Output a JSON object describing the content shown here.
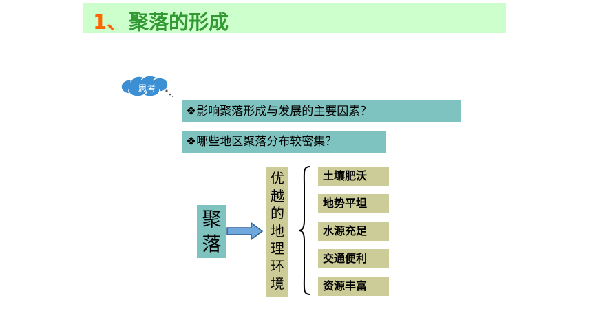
{
  "title": {
    "number": "1、",
    "text": "聚落的形成"
  },
  "think_bubble": {
    "label": "思考"
  },
  "questions": [
    "❖影响聚落形成与发展的主要因素？",
    "❖哪些地区聚落分布较密集？"
  ],
  "diagram": {
    "source_chars": [
      "聚",
      "落"
    ],
    "environment_chars": [
      "优",
      "越",
      "的",
      "地",
      "理",
      "环",
      "境"
    ],
    "factors": [
      "土壤肥沃",
      "地势平坦",
      "水源充足",
      "交通便利",
      "资源丰富"
    ]
  },
  "colors": {
    "title_bg": "#ccffcc",
    "title_number": "#ff6600",
    "title_text": "#339933",
    "teal_box": "#7fc3c0",
    "khaki_box": "#cccc99",
    "cloud_fill": "#3d8fd4"
  }
}
